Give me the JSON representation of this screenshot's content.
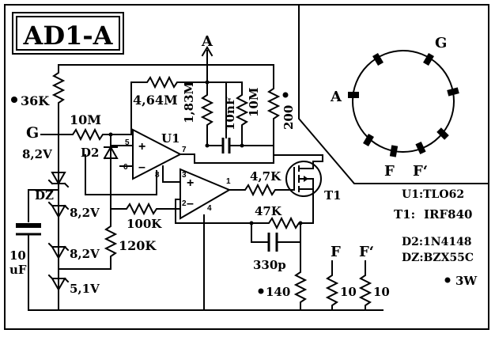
{
  "title": "AD1-A",
  "nodes": {
    "A": "A",
    "G": "G",
    "F": "F",
    "F2": "F‘"
  },
  "components": {
    "r_36k": "36K",
    "r_10m_in": "10M",
    "r_464m": "4,64M",
    "r_183m": "1,83M",
    "c_10nf": "10nF",
    "r_10m_fb": "10M",
    "r_200": "200",
    "r_47k_gate": "4,7K",
    "r_47k_fb": "47K",
    "c_330p": "330p",
    "r_100k": "100K",
    "r_120k": "120K",
    "r_10_a": "10",
    "r_10_b": "10",
    "c_10uf_1": "10",
    "c_10uf_2": "uF",
    "v_82_top": "8,2V",
    "v_82_mid": "8,2V",
    "v_82_low": "8,2V",
    "v_51": "5,1V",
    "d2": "D2",
    "dz": "DZ",
    "u1": "U1",
    "t1": "T1",
    "n140": "140",
    "pins": {
      "p1": "1",
      "p2": "2",
      "p3": "3",
      "p4": "4",
      "p5": "5",
      "p6": "6",
      "p7": "7",
      "p8": "8"
    }
  },
  "notes": {
    "u1": "U1:TLO62",
    "t1_label": "T1:",
    "t1_part": "IRF840",
    "d2": "D2:1N4148",
    "dz": "DZ:BZX55C",
    "power": "3W"
  },
  "socket": {
    "A": "A",
    "G": "G",
    "F": "F",
    "F2": "F‘"
  }
}
